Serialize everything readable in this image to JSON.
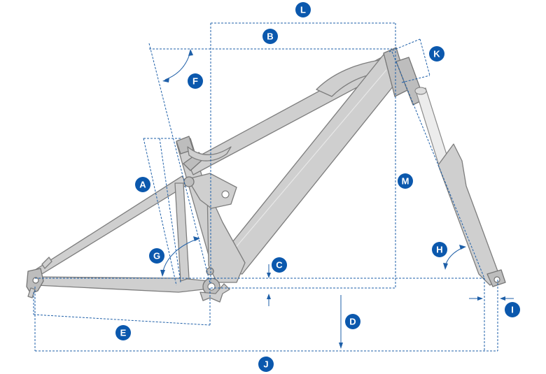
{
  "diagram": {
    "labels": {
      "a": "A",
      "b": "B",
      "c": "C",
      "d": "D",
      "e": "E",
      "f": "F",
      "g": "G",
      "h": "H",
      "i": "I",
      "j": "J",
      "k": "K",
      "l": "L",
      "m": "M"
    },
    "colors": {
      "badge": "#0b58ad",
      "dimension_line": "#1e5fa8",
      "frame_fill": "#cfcfcf",
      "frame_outline": "#7d7d7d",
      "fork_stanchion": "#ececec"
    }
  }
}
